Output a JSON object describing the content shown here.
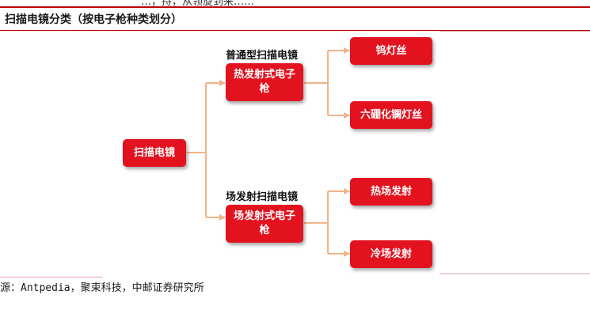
{
  "header": {
    "top_fragment": "…，持，从领旋到来……",
    "figure_title": "扫描电镜分类（按电子枪种类划分）"
  },
  "diagram": {
    "root": "扫描电镜",
    "branches": [
      {
        "group_label": "普通型扫描电镜",
        "node": "热发射式电子枪",
        "children": [
          "钨灯丝",
          "六硼化镧灯丝"
        ]
      },
      {
        "group_label": "场发射扫描电镜",
        "node": "场发射式电子枪",
        "children": [
          "热场发射",
          "冷场发射"
        ]
      }
    ],
    "colors": {
      "node_fill": "#e3121f",
      "connector": "#f2b488",
      "rule": "#c00000"
    }
  },
  "footer": {
    "source": "源：Antpedia，聚束科技，中邮证券研究所"
  }
}
